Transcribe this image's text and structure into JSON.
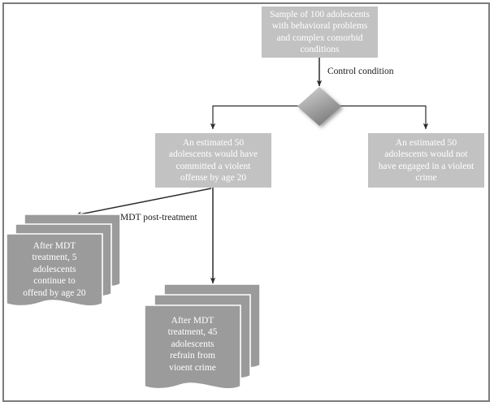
{
  "diagram": {
    "title": "MDT control condition outcome flowchart",
    "colors": {
      "box_fill": "#c2c2c2",
      "doc_fill": "#9b9b9b",
      "box_text": "#ffffff",
      "label_text": "#1a1a1a",
      "connector": "#333333",
      "frame": "#7c7c7c",
      "diamond_light": "#d4d4d4",
      "diamond_dark": "#828282"
    },
    "nodes": {
      "source": {
        "shape": "process",
        "lines": [
          "Sample of 100 adolescents",
          "with behavioral problems",
          "and complex comorbid",
          "conditions"
        ]
      },
      "decision": {
        "shape": "diamond",
        "label": ""
      },
      "branch_left": {
        "shape": "process",
        "lines": [
          "An estimated 50",
          "adolescents would have",
          "committed a violent",
          "offense by age 20"
        ]
      },
      "branch_right": {
        "shape": "process",
        "lines": [
          "An estimated 50",
          "adolescents would not",
          "have engaged in a violent",
          "crime"
        ]
      },
      "outcome_offend": {
        "shape": "document-stack",
        "stack_count": 3,
        "lines": [
          "After MDT",
          "treatment, 5",
          "adolescents",
          "continue to",
          "offend by age 20"
        ]
      },
      "outcome_refrain": {
        "shape": "document-stack",
        "stack_count": 3,
        "lines": [
          "After MDT",
          "treatment, 45",
          "adolescents",
          "refrain from",
          "vioent crime"
        ]
      }
    },
    "edge_labels": {
      "control_condition": "Control condition",
      "mdt_post_treatment": "MDT post-treatment"
    }
  }
}
